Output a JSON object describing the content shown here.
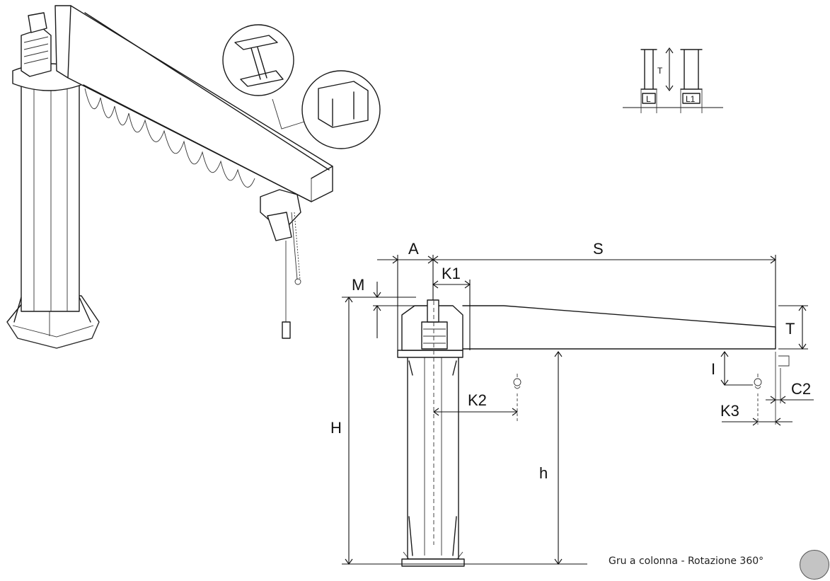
{
  "caption": "Gru a colonna - Rotazione 360°",
  "labels": {
    "A": "A",
    "S": "S",
    "K1": "K1",
    "M": "M",
    "T": "T",
    "H": "H",
    "h": "h",
    "K2": "K2",
    "I": "I",
    "K3": "K3",
    "C2": "C2"
  },
  "profile_labels": {
    "T": "T",
    "L": "L",
    "L1": "L1"
  }
}
